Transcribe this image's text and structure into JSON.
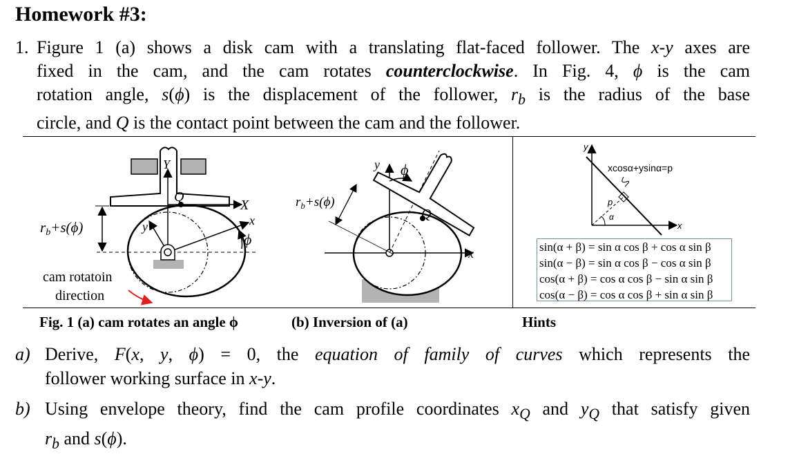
{
  "title": "Homework #3:",
  "q1": {
    "number": "1.",
    "lines": [
      [
        "Figure 1 (a) shows a disk cam with a translating flat-faced follower. The ",
        "x",
        "-",
        "y",
        " axes are"
      ],
      [
        "fixed in the cam, and the cam rotates ",
        "counterclockwise",
        ". In Fig. 4, ",
        "ϕ",
        " is the cam"
      ],
      [
        "rotation angle, ",
        "s",
        "(",
        "ϕ",
        ") is the displacement of the follower, ",
        "r",
        "b",
        " is the radius of the base"
      ],
      [
        "circle, and ",
        "Q",
        " is the contact point between the cam and the follower."
      ]
    ]
  },
  "figure": {
    "labels_a": {
      "Y": "Y",
      "X": "X",
      "x": "x",
      "y": "y",
      "Q": "Q",
      "phi": "ϕ",
      "rb_s": "r",
      "rb_sub": "b",
      "rb_tail": "+s(ϕ)",
      "rotation_1": "cam rotatoin",
      "rotation_2": "direction"
    },
    "labels_b": {
      "y": "y",
      "x": "x",
      "phi": "ϕ",
      "Q": "Q",
      "rb_s": "r",
      "rb_sub": "b",
      "rb_tail": "+s(ϕ)"
    },
    "hint_plot": {
      "y": "y",
      "x": "x",
      "line_eq": "xcosα+ysinα=p",
      "p": "p",
      "alpha": "α"
    },
    "hints": [
      "sin(α + β) = sin α cos β + cos α sin β",
      "sin(α − β) = sin α cos β − cos α sin β",
      "cos(α + β) = cos α cos β − sin α sin β",
      "cos(α − β) = cos α cos β + sin α sin β"
    ],
    "captions": {
      "a": "Fig. 1 (a) cam rotates an angle ϕ",
      "b": "(b) Inversion of (a)",
      "hints": "Hints"
    }
  },
  "parts": [
    {
      "label": "a)",
      "lines": [
        [
          "Derive, ",
          "F",
          "(",
          "x",
          ", ",
          "y",
          ", ",
          "ϕ",
          ")  =  0, the ",
          "equation of family of curves",
          " which represents the"
        ],
        [
          "follower working surface in ",
          "x",
          "-",
          "y",
          "."
        ]
      ]
    },
    {
      "label": "b)",
      "lines": [
        [
          "Using envelope theory, find the cam profile coordinates ",
          "x",
          "Q",
          " and ",
          "y",
          "Q",
          " that satisfy given"
        ],
        [
          "r",
          "b",
          " and ",
          "s",
          "(",
          "ϕ",
          ")."
        ]
      ]
    }
  ]
}
